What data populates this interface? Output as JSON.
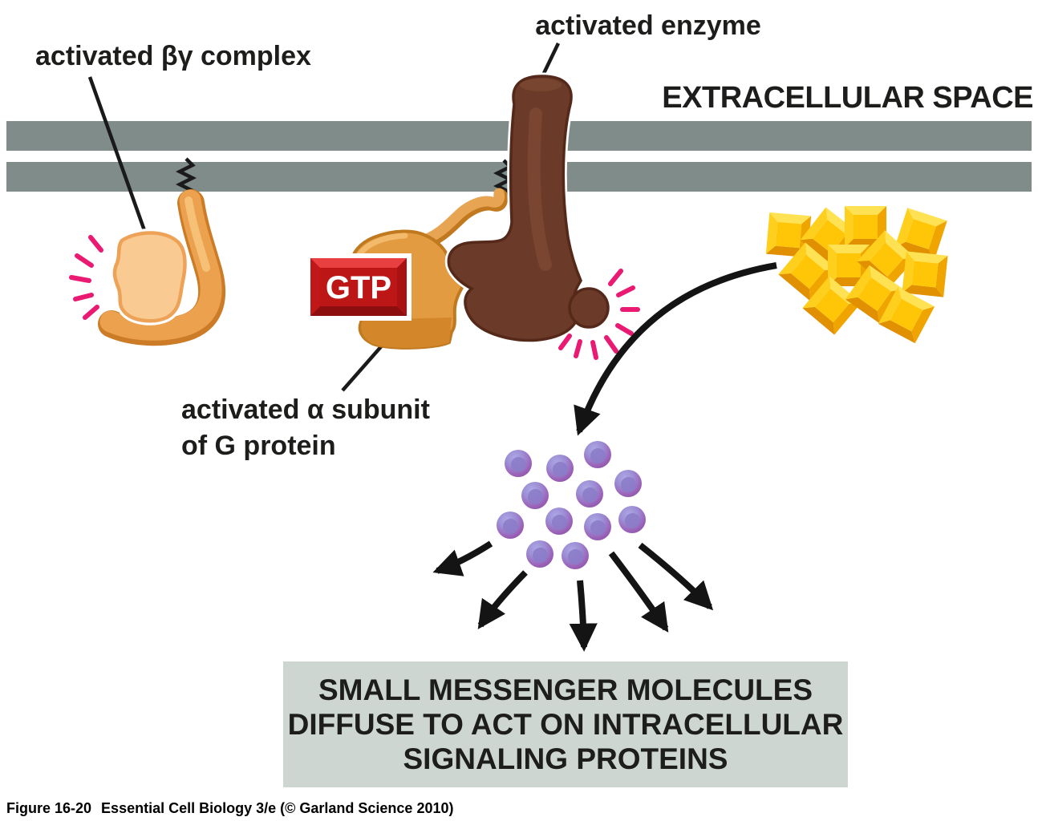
{
  "figure": {
    "labels": {
      "bg_complex": "activated βγ complex",
      "enzyme": "activated enzyme",
      "extracellular_space": "EXTRACELLULAR SPACE",
      "gtp": "GTP",
      "alpha_subunit_line1": "activated α subunit",
      "alpha_subunit_line2": "of G protein"
    },
    "message_box": {
      "line1": "SMALL MESSENGER MOLECULES",
      "line2": "DIFFUSE TO ACT ON INTRACELLULAR",
      "line3": "SIGNALING PROTEINS"
    },
    "caption": {
      "figure_number": "Figure 16-20",
      "source": "Essential Cell Biology 3/e (© Garland Science 2010)"
    },
    "molecules": {
      "substrate_square_count": 11,
      "messenger_circle_count": 12,
      "diffusion_arrow_count": 5
    },
    "colors": {
      "membrane_gray": "#7f8c89",
      "enzyme_brown": "#6b3a28",
      "g_protein_orange": "#e39b41",
      "bg_complex_peach": "#f9cb93",
      "gtp_red": "#d62222",
      "substrate_yellow": "#ffc607",
      "messenger_purple": "#9c64ba",
      "activation_pink": "#ea1a72",
      "box_background": "#cdd6d0"
    }
  }
}
